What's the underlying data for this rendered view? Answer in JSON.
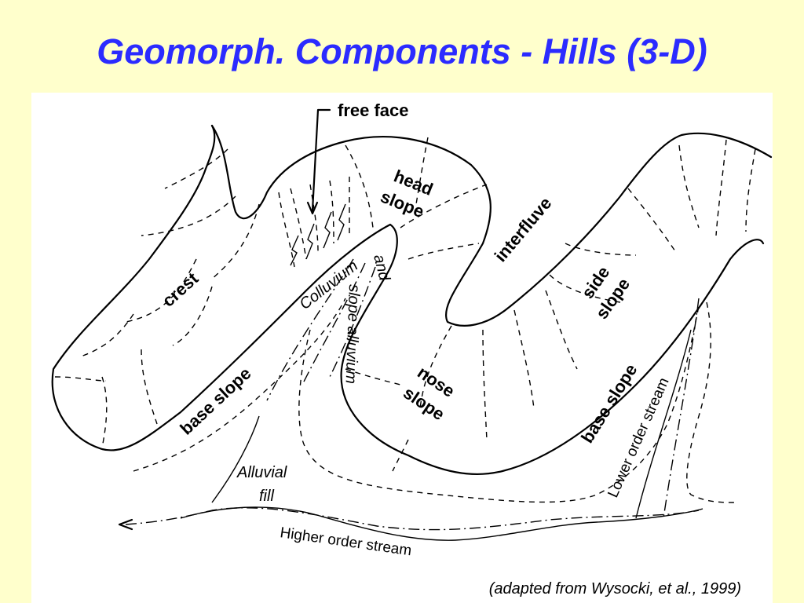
{
  "title": "Geomorph. Components - Hills (3-D)",
  "caption": "(adapted from Wysocki, et al., 1999)",
  "labels": {
    "free_face": "free face",
    "head_slope_1": "head",
    "head_slope_2": "slope",
    "crest": "crest",
    "colluvium": "Colluvium",
    "slope_alluvium_1": "and",
    "slope_alluvium_2": "slope alluvium",
    "interfluve": "interfluve",
    "side_slope_1": "side",
    "side_slope_2": "slope",
    "nose_slope_1": "nose",
    "nose_slope_2": "slope",
    "base_slope_left": "base slope",
    "base_slope_right": "base slope",
    "lower_order_stream": "Lower order stream",
    "alluvial_fill_1": "Alluvial",
    "alluvial_fill_2": "fill",
    "higher_order_stream": "Higher order stream"
  }
}
